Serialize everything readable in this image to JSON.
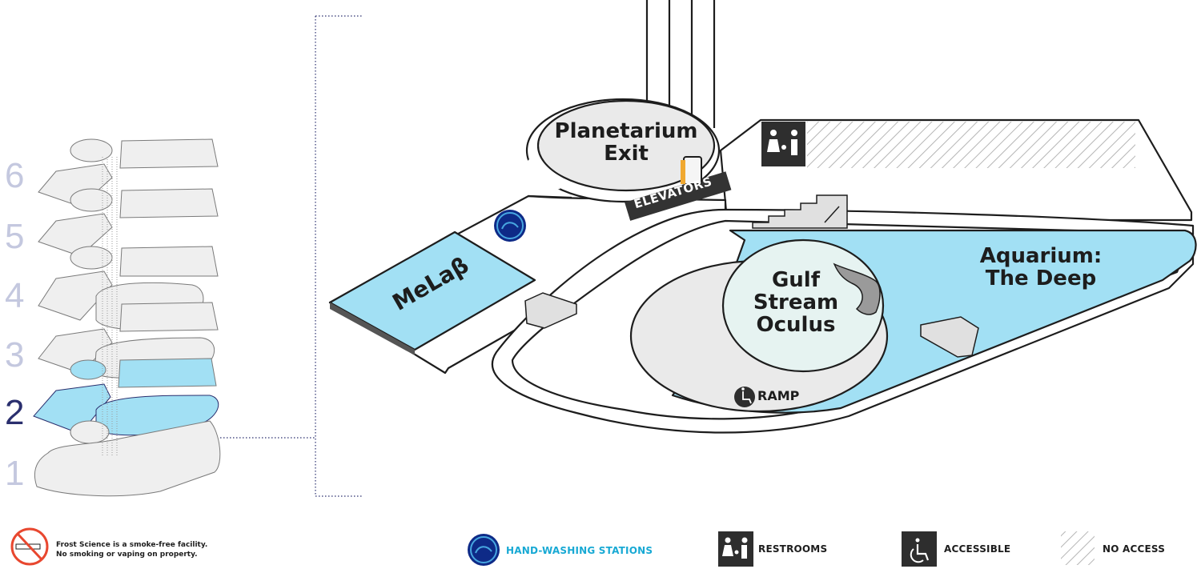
{
  "floors": {
    "levels": [
      "6",
      "5",
      "4",
      "3",
      "2",
      "1"
    ],
    "current": "2"
  },
  "map": {
    "areas": {
      "planetarium_exit": "Planetarium\nExit",
      "elevators": "ELEVATORS",
      "melab": "MeLaβ",
      "gulf_stream_oculus": "Gulf\nStream\nOculus",
      "aquarium": "Aquarium:\nThe Deep",
      "ramp": "RAMP"
    },
    "icons": [
      "hand-washing-icon",
      "restroom-icon",
      "stairs-icon",
      "escalator-icon",
      "accessible-icon",
      "fish-silhouette-icon"
    ],
    "colors": {
      "water": "#a2e0f4",
      "floor": "#eaeaea",
      "outline": "#1d1d1d",
      "accent_blue": "#0e2a87",
      "hand_wash_text": "#18a9d4",
      "no_smoking_red": "#e8472f"
    }
  },
  "legend": {
    "smoke_free_line1": "Frost Science is a smoke-free facility.",
    "smoke_free_line2": "No smoking or vaping on property.",
    "hand_washing": "HAND-WASHING STATIONS",
    "restrooms": "RESTROOMS",
    "accessible": "ACCESSIBLE",
    "no_access": "NO ACCESS"
  }
}
